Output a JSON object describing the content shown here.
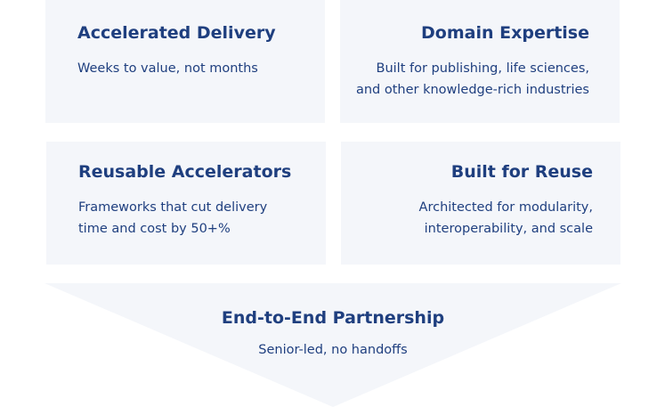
{
  "cards": [
    {
      "title": "Accelerated Delivery",
      "line1": "Weeks to value, not months",
      "line2": ""
    },
    {
      "title": "Domain Expertise",
      "line1": "Built for publishing, life sciences,",
      "line2": "and other knowledge-rich industries"
    },
    {
      "title": "Reusable Accelerators",
      "line1": "Frameworks that cut delivery",
      "line2": "time and cost by 50+%"
    },
    {
      "title": "Built for Reuse",
      "line1": "Architected for modularity,",
      "line2": "interoperability, and scale"
    }
  ],
  "arrow": {
    "title": "End-to-End Partnership",
    "desc": "Senior-led, no handoffs"
  },
  "colors": {
    "card_bg": "#f4f6fa",
    "text": "#1f3f7f"
  }
}
